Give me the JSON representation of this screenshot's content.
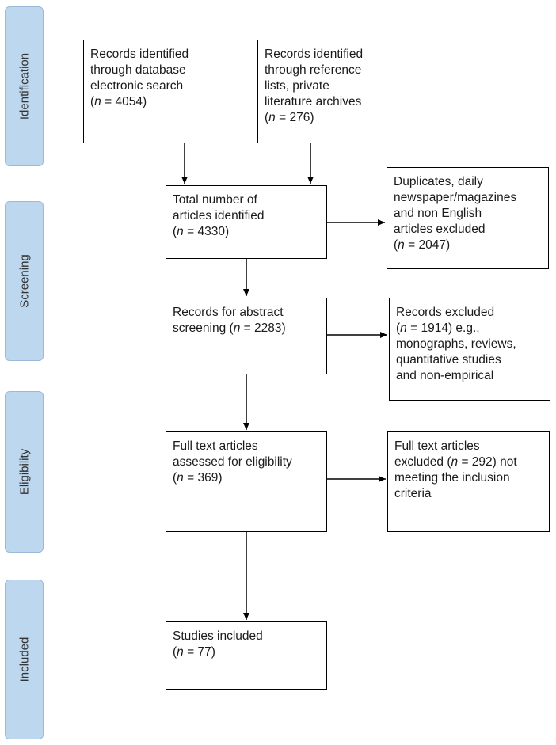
{
  "phases": {
    "identification": "Identification",
    "screening": "Screening",
    "eligibility": "Eligibility",
    "included": "Included"
  },
  "n_symbol": "n",
  "boxes": {
    "database_search": {
      "lines": [
        "Records identified",
        "through database",
        "electronic search"
      ],
      "n_value": " = 4054)"
    },
    "reference_lists": {
      "lines": [
        "Records identified",
        "through reference",
        "lists, private",
        "literature archives"
      ],
      "n_value": " = 276)"
    },
    "total_identified": {
      "lines": [
        "Total number of",
        "articles identified"
      ],
      "n_value": " = 4330)"
    },
    "duplicates_excluded": {
      "lines": [
        "Duplicates, daily",
        "newspaper/magazines",
        "and non English",
        "articles excluded"
      ],
      "n_value": " = 2047)"
    },
    "abstract_screening": {
      "line1": "Records for abstract",
      "line2_prefix": "screening (",
      "n_value": " = 2283)"
    },
    "records_excluded": {
      "line1": "Records excluded",
      "line2_suffix": " = 1914) e.g.,",
      "lines": [
        "monographs, reviews,",
        "quantitative studies",
        "and non-empirical"
      ]
    },
    "full_text_assessed": {
      "lines": [
        "Full text articles",
        "assessed for eligibility"
      ],
      "n_value": " = 369)"
    },
    "full_text_excluded": {
      "line1": "Full text articles",
      "line2_prefix": "excluded (",
      "line2_suffix": " = 292) not",
      "lines": [
        "meeting the inclusion",
        "criteria"
      ]
    },
    "studies_included": {
      "line1": "Studies included",
      "n_value": " = 77)"
    }
  }
}
